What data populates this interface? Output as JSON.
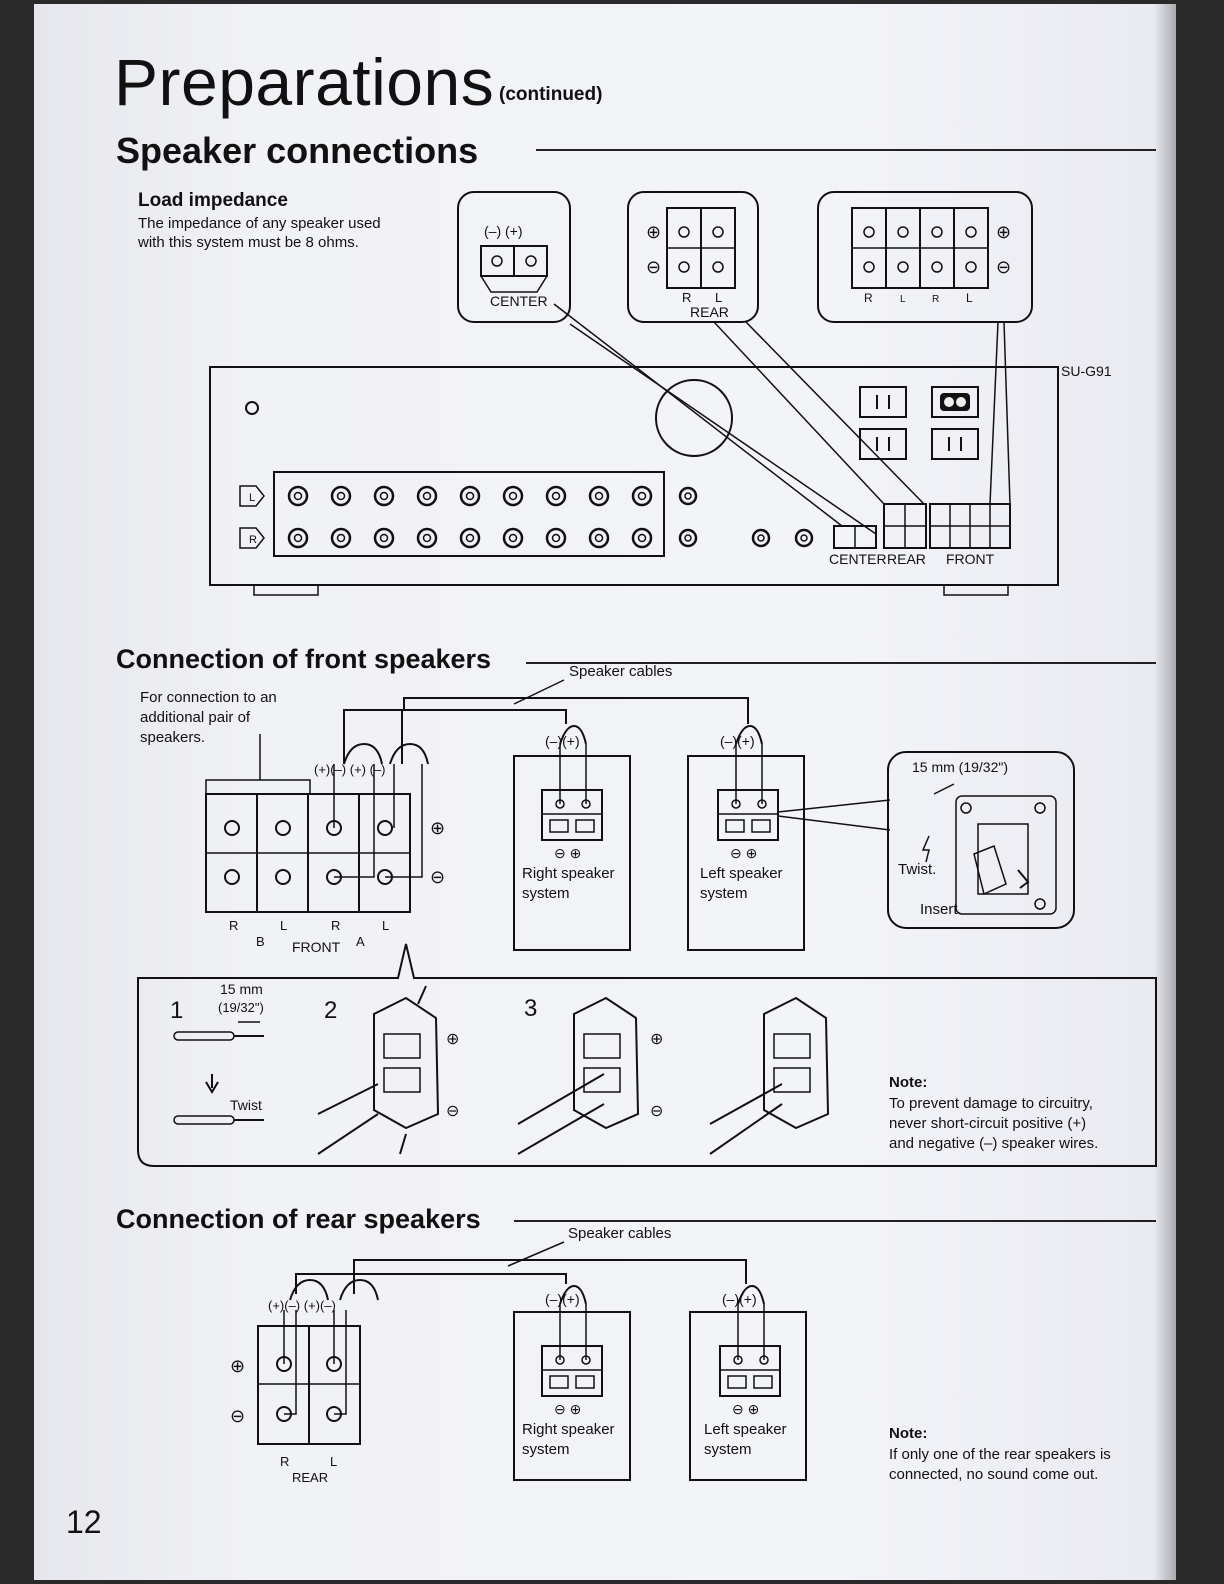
{
  "header": {
    "title": "Preparations",
    "continued": "(continued)"
  },
  "speaker_connections": {
    "heading": "Speaker connections",
    "load_impedance_heading": "Load impedance",
    "load_impedance_line1": "The impedance of any speaker used",
    "load_impedance_line2": "with this system must be 8 ohms.",
    "terminals": {
      "center_polarity": "(–) (+)",
      "center_label": "CENTER",
      "plus": "⊕",
      "minus": "⊖",
      "rear_r": "R",
      "rear_l": "L",
      "rear_label": "REAR",
      "front_r1": "R",
      "front_l1": "L",
      "front_r2": "R",
      "front_l2": "L"
    },
    "unit": {
      "model": "SU-G91",
      "jack_l": "L",
      "jack_r": "R",
      "center": "CENTER",
      "rear": "REAR",
      "front": "FRONT"
    }
  },
  "front_speakers": {
    "heading": "Connection of front speakers",
    "speaker_cables": "Speaker cables",
    "additional_line1": "For connection to an",
    "additional_line2": "additional pair of",
    "additional_line3": "speakers.",
    "polarity_pair": "(+)(–) (+) (–)",
    "terminal_plus": "⊕",
    "terminal_minus": "⊖",
    "label_r": "R",
    "label_l": "L",
    "label_b": "B",
    "label_a": "A",
    "label_front": "FRONT",
    "right_polarity": "(–)(+)",
    "right_minus_plus": "⊖ ⊕",
    "right_system_line1": "Right speaker",
    "right_system_line2": "system",
    "left_polarity": "(–)(+)",
    "left_minus_plus": "⊖ ⊕",
    "left_system_line1": "Left speaker",
    "left_system_line2": "system",
    "inset_length": "15 mm (19/32\")",
    "inset_twist": "Twist.",
    "inset_insert": "Insert.",
    "step1": "1",
    "step1_length": "15 mm",
    "step1_inch": "(19/32\")",
    "step1_twist": "Twist",
    "step2": "2",
    "step3": "3",
    "note_heading": "Note:",
    "note_line1": "To prevent damage to circuitry,",
    "note_line2": "never short-circuit positive (+)",
    "note_line3": "and negative (–) speaker wires."
  },
  "rear_speakers": {
    "heading": "Connection of rear speakers",
    "speaker_cables": "Speaker cables",
    "polarity_pair": "(+)(–) (+)(–)",
    "terminal_plus": "⊕",
    "terminal_minus": "⊖",
    "label_r": "R",
    "label_l": "L",
    "label_rear": "REAR",
    "right_polarity": "(–)(+)",
    "right_minus_plus": "⊖ ⊕",
    "right_system_line1": "Right speaker",
    "right_system_line2": "system",
    "left_polarity": "(–)(+)",
    "left_minus_plus": "⊖ ⊕",
    "left_system_line1": "Left speaker",
    "left_system_line2": "system",
    "note_heading": "Note:",
    "note_line1": "If only one of the rear speakers is",
    "note_line2": "connected, no sound come out."
  },
  "footer": {
    "page_number": "12"
  }
}
